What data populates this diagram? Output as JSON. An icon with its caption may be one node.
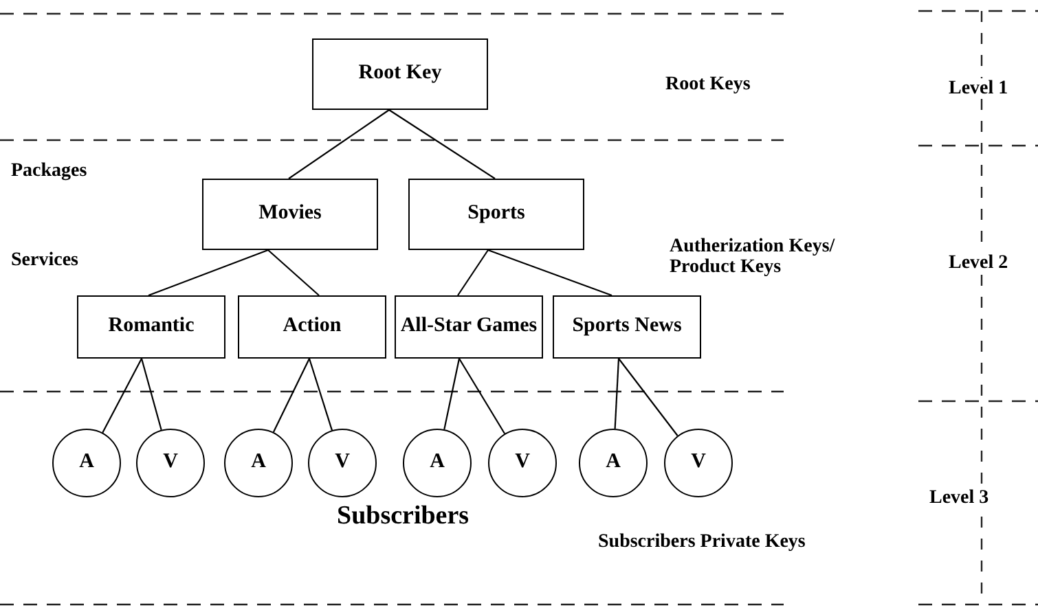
{
  "diagram": {
    "nodes": [
      {
        "text": [
          "Root Key"
        ]
      },
      {
        "text": [
          "Movies"
        ]
      },
      {
        "text": [
          "Sports"
        ]
      },
      {
        "text": [
          "Romantic"
        ]
      },
      {
        "text": [
          "Action"
        ]
      },
      {
        "text": [
          "All-Star Games"
        ]
      },
      {
        "text": [
          "Sports News"
        ]
      },
      {
        "text": [
          "A"
        ]
      },
      {
        "text": [
          "V"
        ]
      },
      {
        "text": [
          "A"
        ]
      },
      {
        "text": [
          "V"
        ]
      },
      {
        "text": [
          "A"
        ]
      },
      {
        "text": [
          "V"
        ]
      },
      {
        "text": [
          "A"
        ]
      },
      {
        "text": [
          "V"
        ]
      }
    ],
    "edges": [
      {
        "from": 0,
        "to": 1,
        "arrow": "none"
      },
      {
        "from": 0,
        "to": 2,
        "arrow": "none"
      },
      {
        "from": 1,
        "to": 3,
        "arrow": "none"
      },
      {
        "from": 1,
        "to": 4,
        "arrow": "none"
      },
      {
        "from": 2,
        "to": 5,
        "arrow": "none"
      },
      {
        "from": 2,
        "to": 6,
        "arrow": "none"
      },
      {
        "from": 3,
        "to": 7,
        "arrow": "none"
      },
      {
        "from": 3,
        "to": 8,
        "arrow": "none"
      },
      {
        "from": 4,
        "to": 9,
        "arrow": "none"
      },
      {
        "from": 4,
        "to": 10,
        "arrow": "none"
      },
      {
        "from": 5,
        "to": 11,
        "arrow": "none"
      },
      {
        "from": 5,
        "to": 12,
        "arrow": "none"
      },
      {
        "from": 6,
        "to": 13,
        "arrow": "none"
      },
      {
        "from": 6,
        "to": 14,
        "arrow": "none"
      }
    ],
    "labels": [
      "Root Keys",
      "Level 1",
      "Packages",
      "Services",
      "Autherization Keys/ Product Keys",
      "Level 2",
      "Subscribers",
      "Level 3",
      "Subscribers Private Keys"
    ]
  }
}
